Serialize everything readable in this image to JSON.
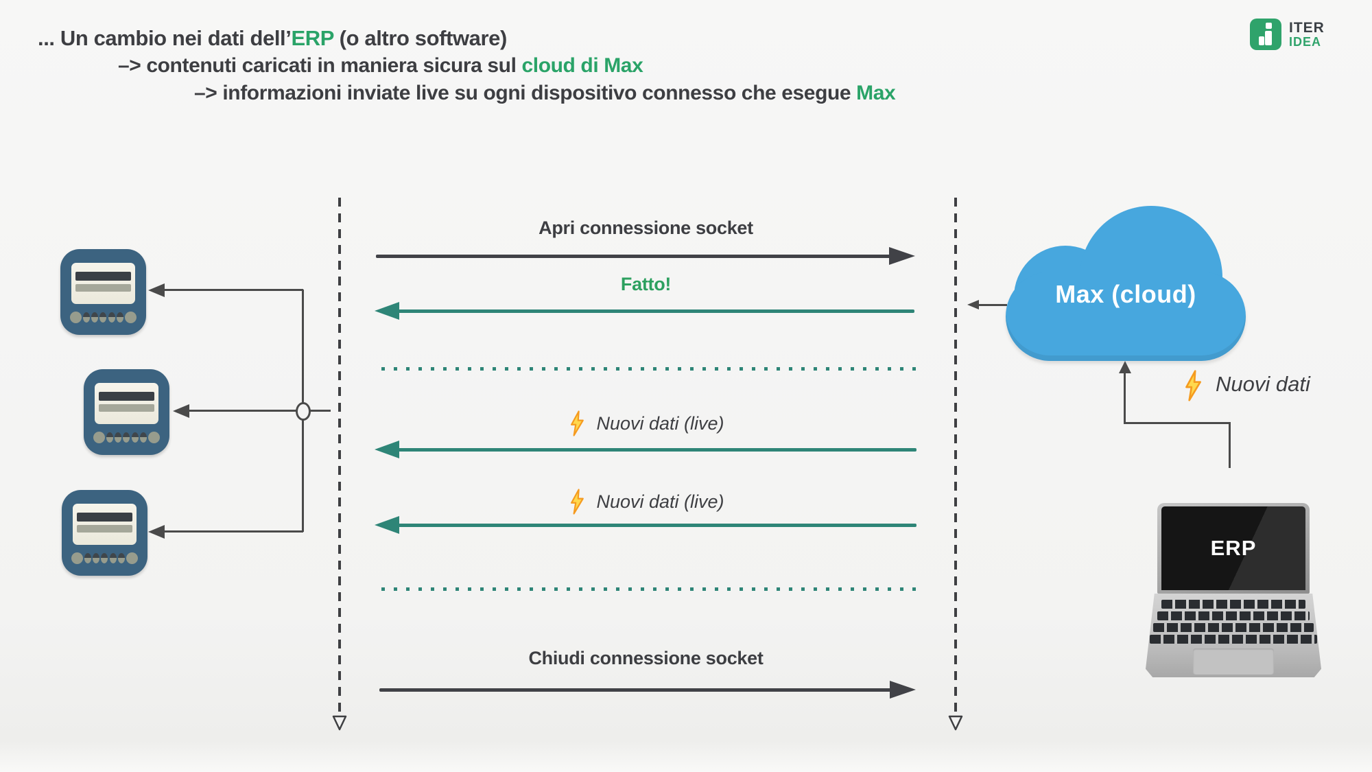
{
  "header": {
    "line1_pre": "... Un cambio nei dati dell’",
    "line1_highlight": "ERP",
    "line1_post": " (o altro software)",
    "line2_pre": "–> contenuti caricati in maniera sicura sul ",
    "line2_highlight": "cloud di Max",
    "line3_pre": "–> informazioni inviate live su ogni dispositivo connesso che esegue ",
    "line3_highlight": "Max"
  },
  "logo": {
    "name": "ITER",
    "suffix": "IDEA"
  },
  "sequence": {
    "open_label": "Apri connessione socket",
    "done_label": "Fatto!",
    "live_labels": [
      "Nuovi dati (live)",
      "Nuovi dati (live)"
    ],
    "close_label": "Chiudi connessione socket"
  },
  "cloud_label": "Max (cloud)",
  "erp_screen_label": "ERP",
  "new_data_label": "Nuovi dati",
  "colors": {
    "accent_green": "#2aa368",
    "teal": "#2e8577",
    "dark": "#3d3e42",
    "cloud_blue": "#47a7de",
    "device_blue": "#3c6380",
    "logo_green": "#2fa36b"
  }
}
